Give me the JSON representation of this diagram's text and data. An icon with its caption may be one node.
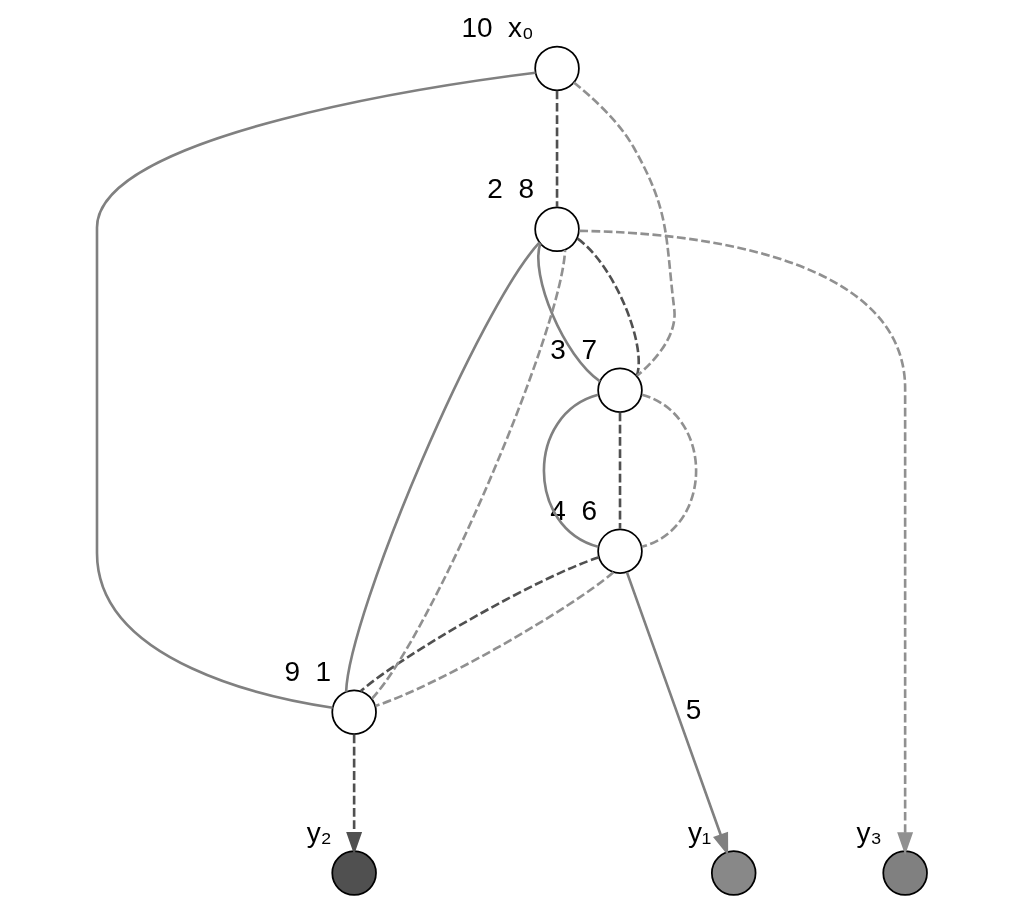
{
  "diagram": {
    "nodes": [
      {
        "text": [],
        "shape": "circle",
        "beside": [
          "2",
          "8"
        ]
      },
      {
        "text": [],
        "shape": "circle",
        "beside": [
          "3",
          "7"
        ]
      },
      {
        "text": [],
        "shape": "circle",
        "beside": [
          "4",
          "6"
        ]
      },
      {
        "text": [],
        "shape": "circle",
        "beside": [
          "9",
          "1"
        ]
      },
      {
        "text": [],
        "shape": "circle",
        "beside": [
          "10",
          "x₀"
        ]
      },
      {
        "text": [],
        "shape": "circle",
        "beside": [
          "y₂"
        ]
      },
      {
        "text": [],
        "shape": "circle",
        "beside": [
          "y₃"
        ]
      },
      {
        "text": [],
        "shape": "circle",
        "beside": [
          "y₁"
        ]
      }
    ],
    "edges": [
      {
        "from": 4,
        "to": 3,
        "arrow": "none",
        "color": "#808080"
      },
      {
        "from": 3,
        "to": 0,
        "arrow": "none",
        "color": "#808080"
      },
      {
        "from": 0,
        "to": 1,
        "arrow": "none",
        "color": "#808080"
      },
      {
        "from": 1,
        "to": 2,
        "arrow": "none",
        "color": "#808080"
      },
      {
        "from": 2,
        "to": 7,
        "arrow": "to",
        "label": "5",
        "color": "#808080"
      },
      {
        "from": 4,
        "to": 0,
        "arrow": "none",
        "style": "dashed",
        "color": "#505050"
      },
      {
        "from": 0,
        "to": 1,
        "arrow": "none",
        "style": "dashed",
        "color": "#505050"
      },
      {
        "from": 1,
        "to": 2,
        "arrow": "none",
        "style": "dashed",
        "color": "#505050"
      },
      {
        "from": 2,
        "to": 3,
        "arrow": "none",
        "style": "dashed",
        "color": "#505050"
      },
      {
        "from": 3,
        "to": 5,
        "arrow": "to",
        "style": "dashed",
        "color": "#505050"
      },
      {
        "from": 4,
        "to": 1,
        "arrow": "none",
        "style": "dashed",
        "color": "#909090"
      },
      {
        "from": 1,
        "to": 2,
        "arrow": "none",
        "style": "dashed",
        "color": "#909090"
      },
      {
        "from": 2,
        "to": 3,
        "arrow": "none",
        "style": "dashed",
        "color": "#909090"
      },
      {
        "from": 3,
        "to": 0,
        "arrow": "none",
        "style": "dashed",
        "color": "#909090"
      },
      {
        "from": 0,
        "to": 6,
        "arrow": "to",
        "style": "dashed",
        "color": "#909090"
      }
    ]
  }
}
